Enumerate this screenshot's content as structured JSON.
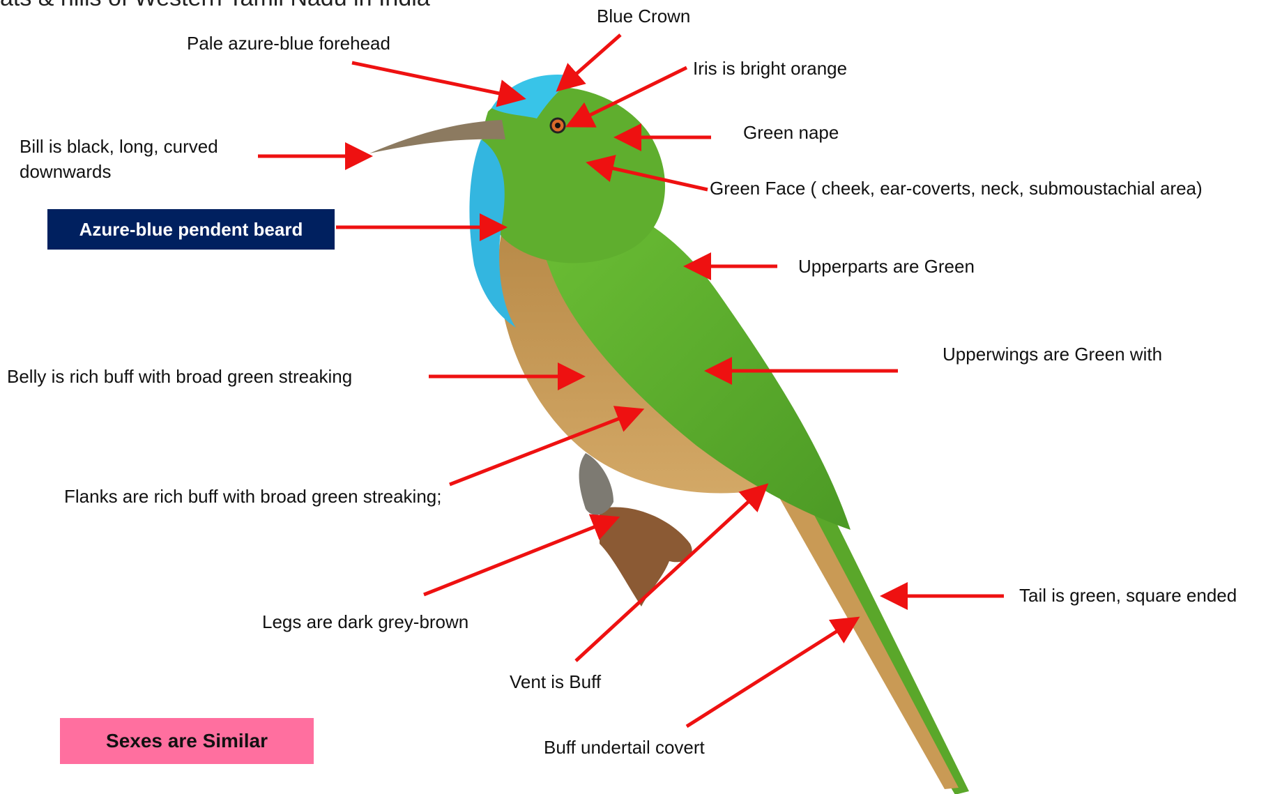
{
  "title": "ats & hills of Western Tamil Nadu in India",
  "labels": {
    "blue_crown": "Blue Crown",
    "forehead": "Pale azure-blue forehead",
    "iris": "Iris is  bright orange",
    "nape": "Green nape",
    "bill": "Bill is black, long, curved downwards",
    "face": "Green Face ( cheek, ear-coverts, neck, submoustachial area)",
    "beard": "Azure-blue pendent beard",
    "upperparts": "Upperparts are  Green",
    "upperwings": "Upperwings are  Green with",
    "belly": "Belly is rich buff with broad green streaking",
    "flanks": "Flanks are rich buff with broad green streaking;",
    "legs": "Legs are  dark grey-brown",
    "tail": "Tail is green, square ended",
    "vent": "Vent is  Buff",
    "undertail": "Buff undertail covert",
    "sexes": "Sexes are Similar"
  },
  "colors": {
    "arrow": "#ee1111",
    "beard_box": "#00205f",
    "sexes_box": "#ff6f9f",
    "bird_green": "#5fae2e",
    "bird_blue": "#33b6e0",
    "bird_buff": "#c99a55"
  }
}
